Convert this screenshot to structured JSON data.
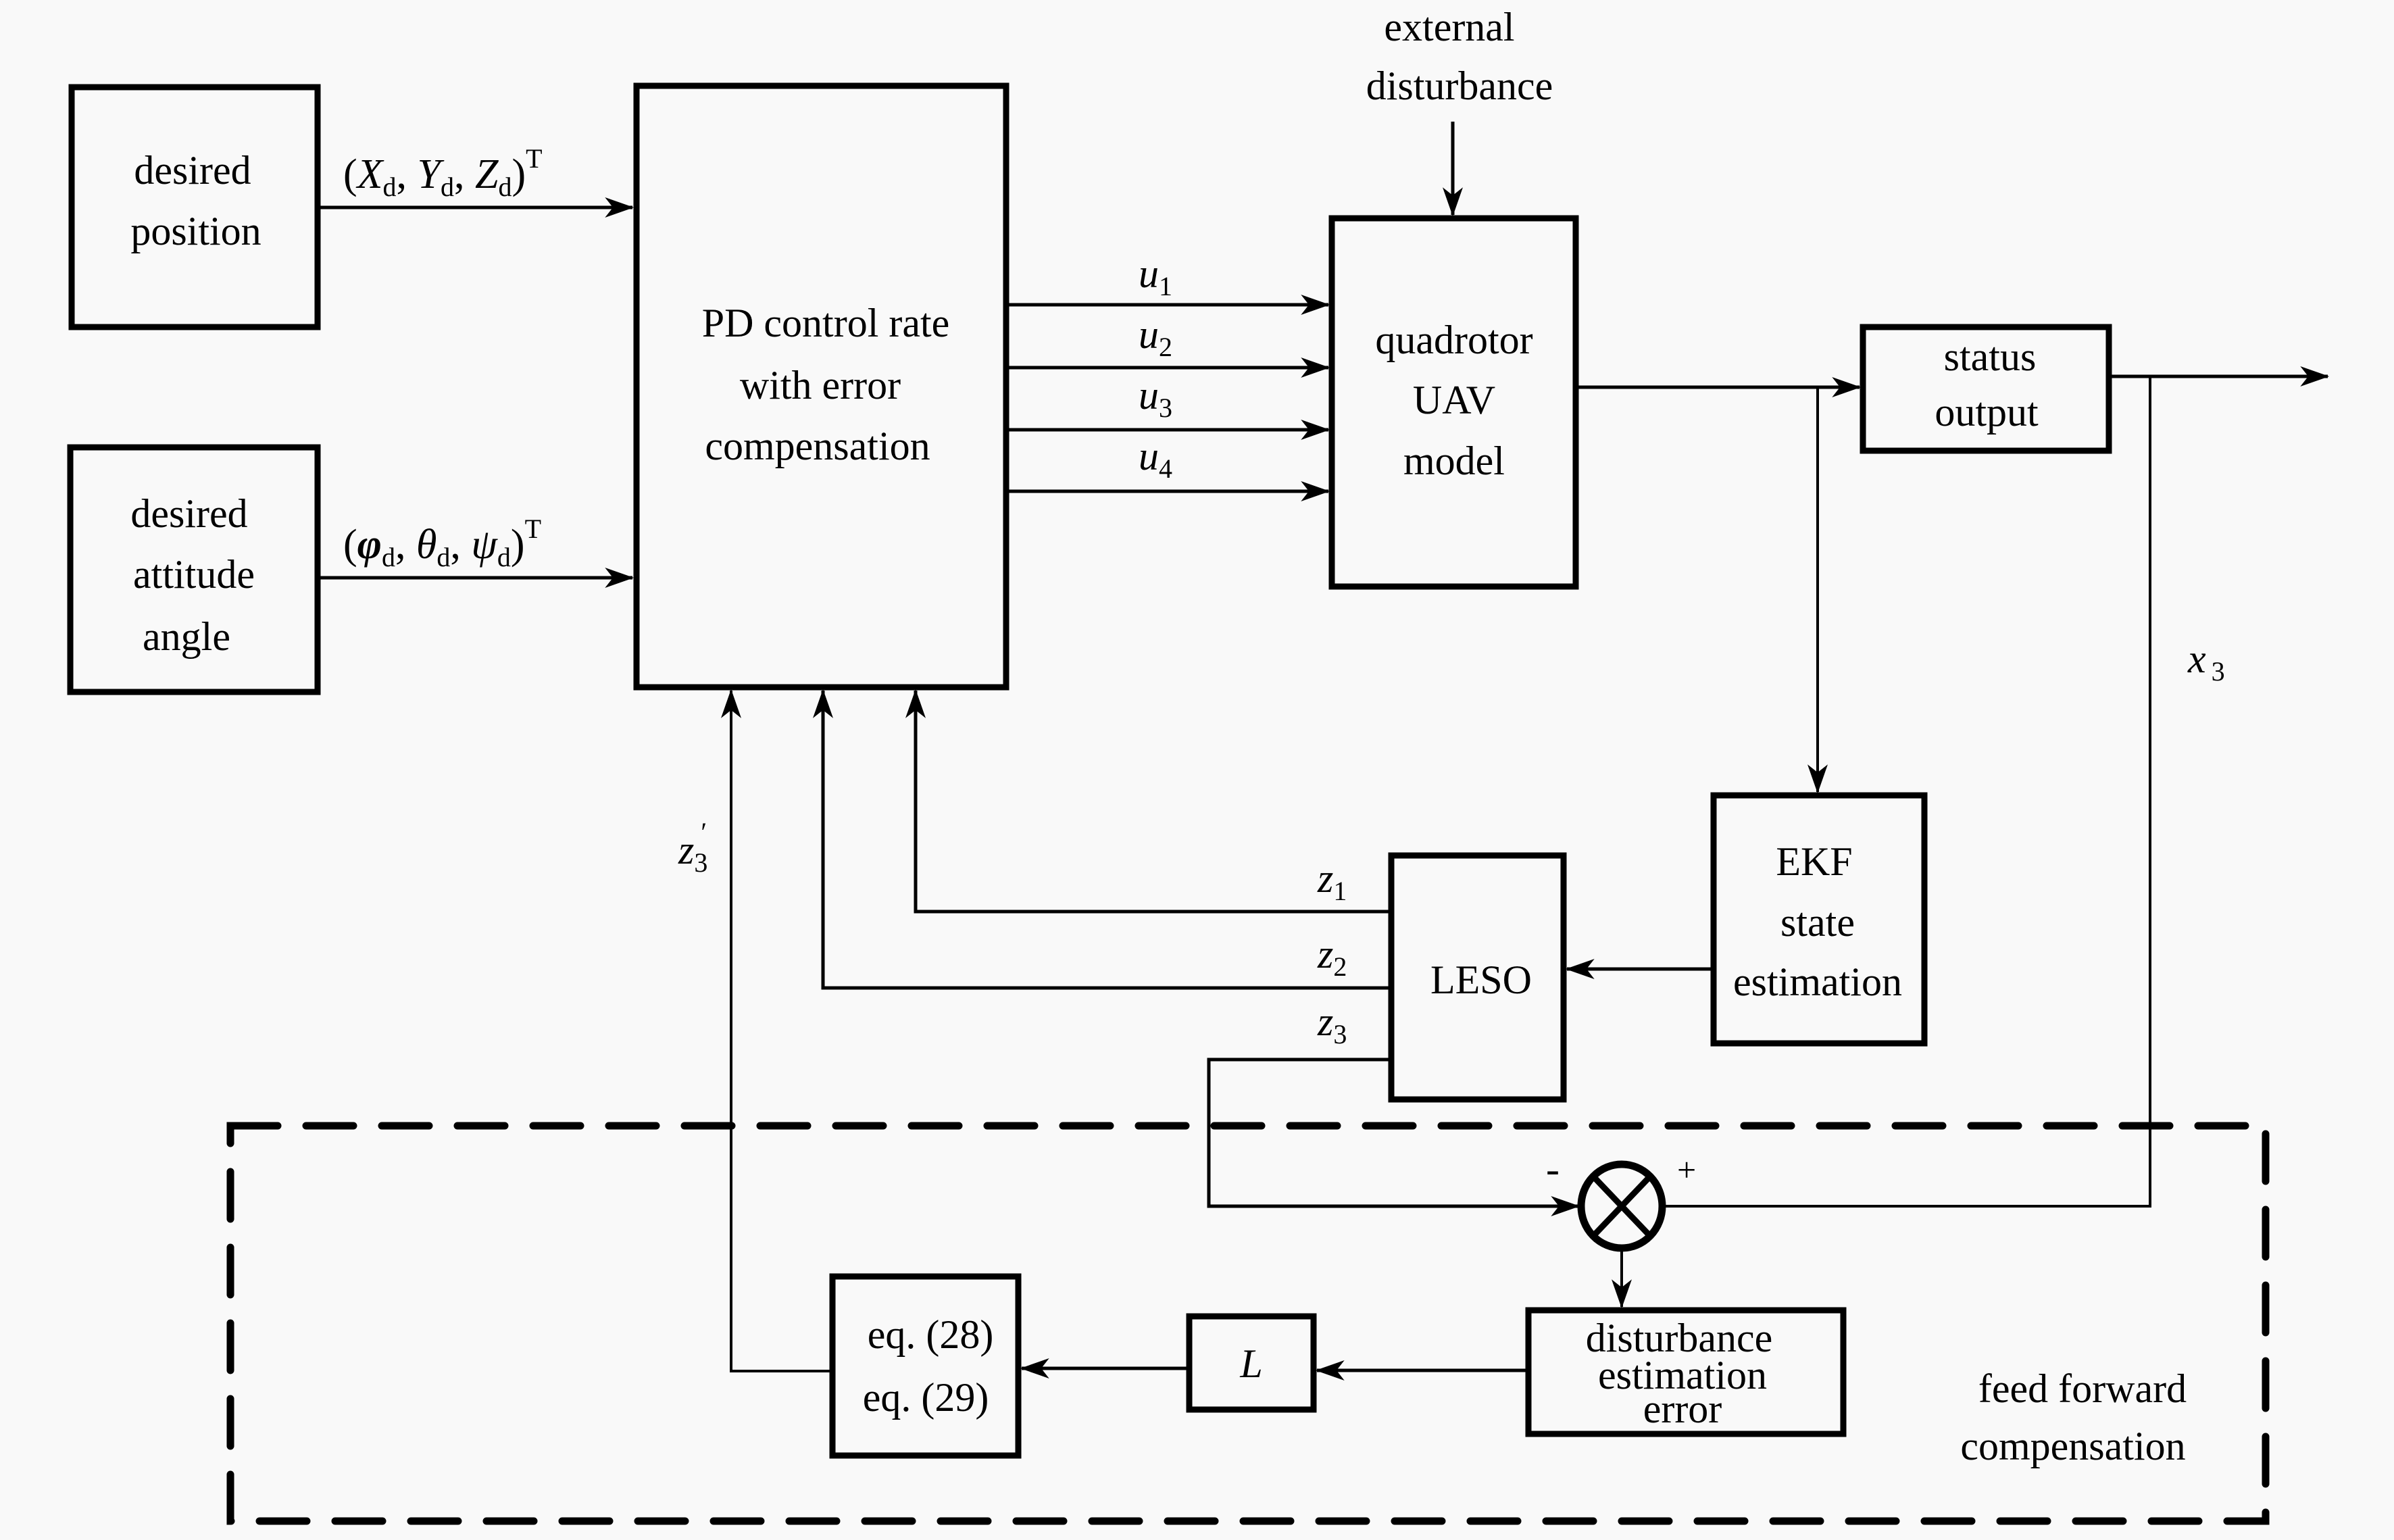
{
  "diagram": {
    "blocks": {
      "desired_position": [
        "desired",
        "position"
      ],
      "desired_attitude": [
        "desired",
        "attitude",
        "angle"
      ],
      "pd_controller": [
        "PD control rate",
        "with error",
        "compensation"
      ],
      "quadrotor": [
        "quadrotor",
        "UAV",
        "model"
      ],
      "status_output": [
        "status",
        "output"
      ],
      "ekf": [
        "EKF",
        "state",
        "estimation"
      ],
      "leso": "LESO",
      "disturbance_error": [
        "disturbance",
        "estimation",
        "error"
      ],
      "gain": "L",
      "equations": [
        "eq. (28)",
        "eq. (29)"
      ]
    },
    "labels": {
      "external_disturbance": [
        "external",
        "disturbance"
      ],
      "position_vector": {
        "open": "(",
        "x": "X",
        "y": "Y",
        "z": "Z",
        "sub": "d",
        "close": ")",
        "sup": "T",
        "sep": ","
      },
      "attitude_vector": {
        "open": "(",
        "phi": "φ",
        "theta": "θ",
        "psi": "ψ",
        "sub": "d",
        "close": ")",
        "sup": "T",
        "sep": ","
      },
      "u": [
        {
          "sym": "u",
          "sub": "1"
        },
        {
          "sym": "u",
          "sub": "2"
        },
        {
          "sym": "u",
          "sub": "3"
        },
        {
          "sym": "u",
          "sub": "4"
        }
      ],
      "z": [
        {
          "sym": "z",
          "sub": "1"
        },
        {
          "sym": "z",
          "sub": "2"
        },
        {
          "sym": "z",
          "sub": "3"
        }
      ],
      "z3_prime": {
        "sym": "z",
        "sub": "3",
        "prime": "′"
      },
      "x3": {
        "sym": "x",
        "sub": "3"
      },
      "minus": "-",
      "plus": "+",
      "feedforward": [
        "feed forward",
        "compensation"
      ]
    }
  }
}
